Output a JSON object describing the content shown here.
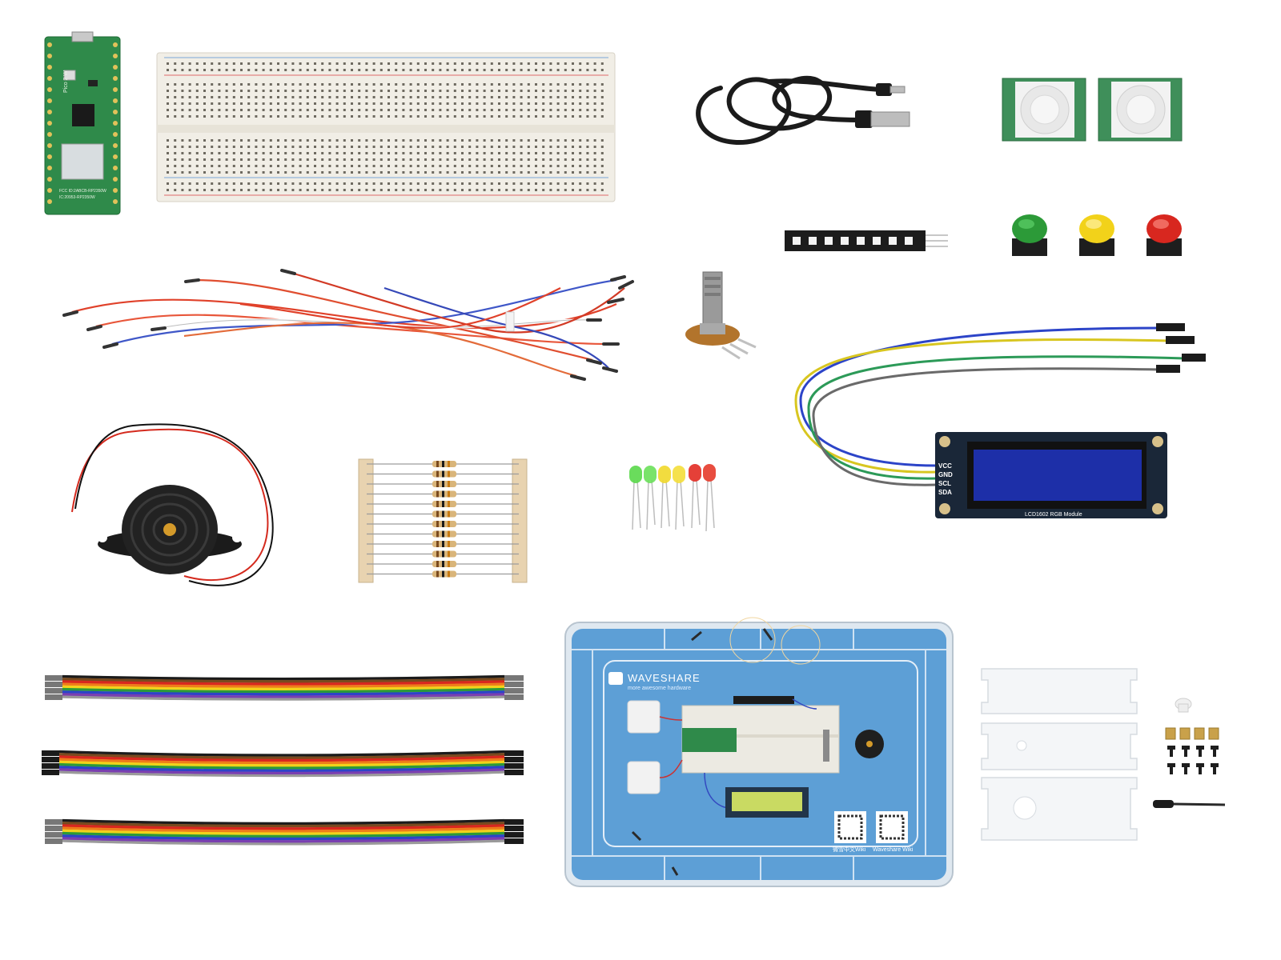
{
  "pico_board": {
    "model_label": "Pico 2 W",
    "fcc_line_1": "FCC ID:2ABCB-RP2350W",
    "fcc_line_2": "IC:20953-RP2350W"
  },
  "lcd_module": {
    "pins": [
      "VCC",
      "GND",
      "SCL",
      "SDA"
    ],
    "label": "LCD1602 RGB Module"
  },
  "kit_box": {
    "brand": "WAVESHARE",
    "tagline": "more awesome hardware",
    "qr_captions": [
      "微雪中文Wiki",
      "Waveshare Wiki"
    ]
  },
  "colors": {
    "pcb_green": "#2f8a4a",
    "breadboard": "#f1eee6",
    "box_blue": "#5d9fd6",
    "lcd_blue": "#1d2fa8",
    "button_green": "#2c9a38",
    "button_yellow": "#f2d21a",
    "button_red": "#d8271f"
  }
}
